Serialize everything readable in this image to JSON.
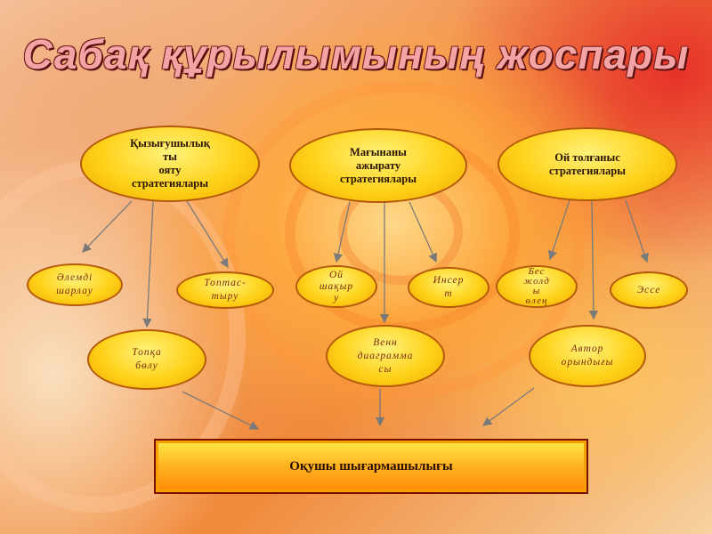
{
  "slide": {
    "title": "Сабақ құрылымының жоспары",
    "strategies": [
      {
        "lines": [
          "Қызығушылық",
          "ты",
          "ояту",
          "стратегиялары"
        ]
      },
      {
        "lines": [
          "Мағынаны",
          "ажырату",
          "стратегиялары"
        ]
      },
      {
        "lines": [
          "Ой толғаныс",
          "стратегиялары"
        ]
      }
    ],
    "methods": [
      {
        "lines": [
          "Әлемді",
          "шарлау"
        ]
      },
      {
        "lines": [
          "Топтас-",
          "тыру"
        ]
      },
      {
        "lines": [
          "Ой",
          "шақыр",
          "у"
        ]
      },
      {
        "lines": [
          "Инсер",
          "т"
        ]
      },
      {
        "lines": [
          "Бес",
          "жолд",
          "ы",
          "өлең"
        ]
      },
      {
        "lines": [
          "Эссе"
        ]
      },
      {
        "lines": [
          "Топқа",
          "бөлу"
        ]
      },
      {
        "lines": [
          "Венн",
          "диаграмма",
          "сы"
        ]
      },
      {
        "lines": [
          "Автор",
          "орындығы"
        ]
      }
    ],
    "result": "Оқушы шығармашылығы"
  },
  "colors": {
    "ellipse_fill": "#ffd21a",
    "ellipse_border": "#b45a0a",
    "arrow": "#7a7a7a",
    "title": "#f4a4a4",
    "title_outline": "#5a1010",
    "result_fill": "#ffb21f",
    "result_border": "#7a1000"
  }
}
